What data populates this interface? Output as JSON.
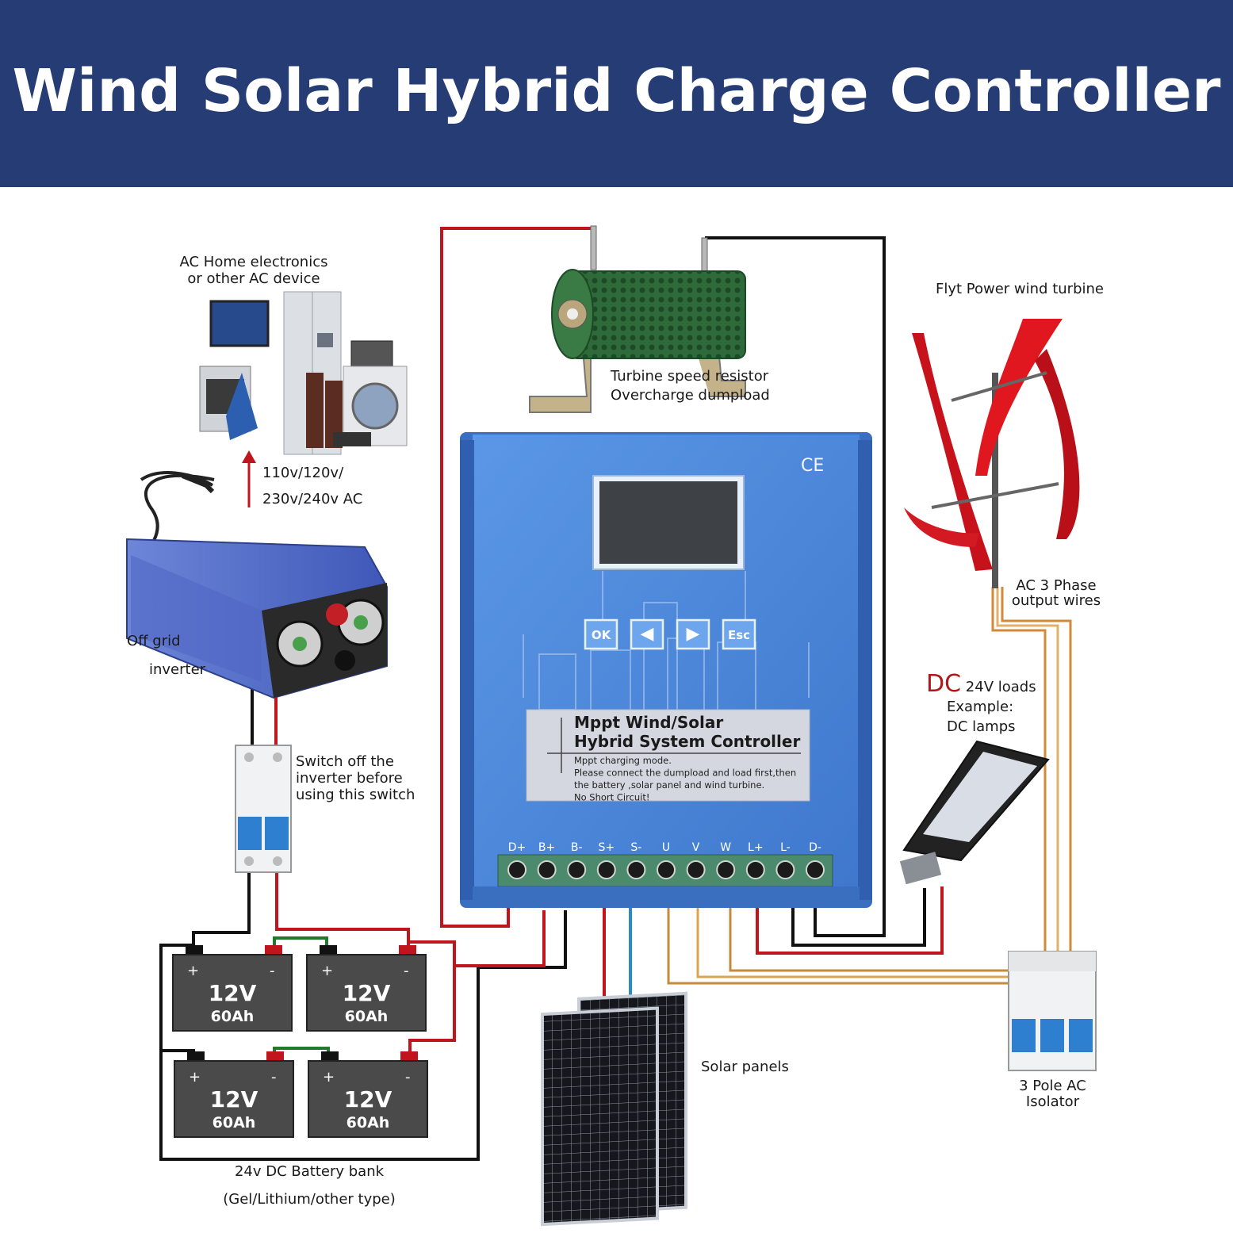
{
  "title": "Wind Solar Hybrid Charge Controller",
  "labels": {
    "ac_home_line1": "AC Home electronics",
    "ac_home_line2": "or other AC device",
    "ac_voltage_line1": "110v/120v/",
    "ac_voltage_line2": "230v/240v AC",
    "off_grid_line1": "Off grid",
    "off_grid_line2": "inverter",
    "switch_line1": "Switch off the",
    "switch_line2": "inverter before",
    "switch_line3": "using this switch",
    "resistor_line1": "Turbine speed resistor",
    "resistor_line2": "Overcharge dumpload",
    "turbine": "Flyt Power wind turbine",
    "ac3_line1": "AC 3 Phase",
    "ac3_line2": "output wires",
    "dc_prefix": "DC",
    "dc_line1": "24V loads",
    "dc_line2": "Example:",
    "dc_line3": "DC lamps",
    "solar": "Solar panels",
    "isolator_line1": "3 Pole AC",
    "isolator_line2": "Isolator",
    "battery_bank_line1": "24v DC Battery bank",
    "battery_bank_line2": "(Gel/Lithium/other type)"
  },
  "controller": {
    "ce_mark": "CE",
    "buttons": [
      "OK",
      "◀",
      "▶",
      "Esc"
    ],
    "label_title1": "Mppt Wind/Solar",
    "label_title2": "Hybrid System Controller",
    "label_body": [
      "Mppt charging mode.",
      "Please connect the dumpload and load first,then",
      "the battery ,solar panel and wind turbine.",
      "No Short Circuit!"
    ],
    "terminals": [
      "D+",
      "B+",
      "B-",
      "S+",
      "S-",
      "U",
      "V",
      "W",
      "L+",
      "L-",
      "D-"
    ]
  },
  "batteries": [
    {
      "voltage": "12V",
      "capacity": "60Ah"
    },
    {
      "voltage": "12V",
      "capacity": "60Ah"
    },
    {
      "voltage": "12V",
      "capacity": "60Ah"
    },
    {
      "voltage": "12V",
      "capacity": "60Ah"
    }
  ],
  "battery_plus": "+",
  "battery_minus": "-",
  "colors": {
    "banner": "#263c75",
    "controller": "#4a86d9",
    "wire_red": "#c0151d",
    "wire_black": "#111111",
    "wire_green": "#1f7a2a",
    "wire_orange": "#d28a3a",
    "battery": "#4a4a4a",
    "turbine": "#c8121b",
    "dc_red": "#b01818"
  }
}
